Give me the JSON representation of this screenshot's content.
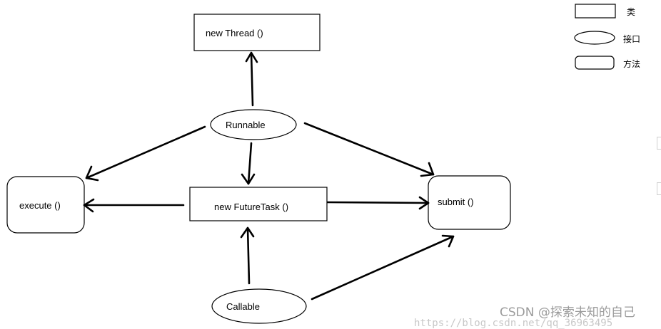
{
  "diagram": {
    "nodes": {
      "thread": {
        "label": "new Thread  ()"
      },
      "runnable": {
        "label": "Runnable"
      },
      "execute": {
        "label": "execute  ()"
      },
      "futuretask": {
        "label": "new FutureTask  ()"
      },
      "submit": {
        "label": "submit  ()"
      },
      "callable": {
        "label": "Callable"
      }
    }
  },
  "legend": {
    "class_label": "类",
    "interface_label": "接口",
    "method_label": "方法"
  },
  "watermark": {
    "text": "CSDN @探索未知的自己",
    "url": "https://blog.csdn.net/qq_36963495"
  }
}
